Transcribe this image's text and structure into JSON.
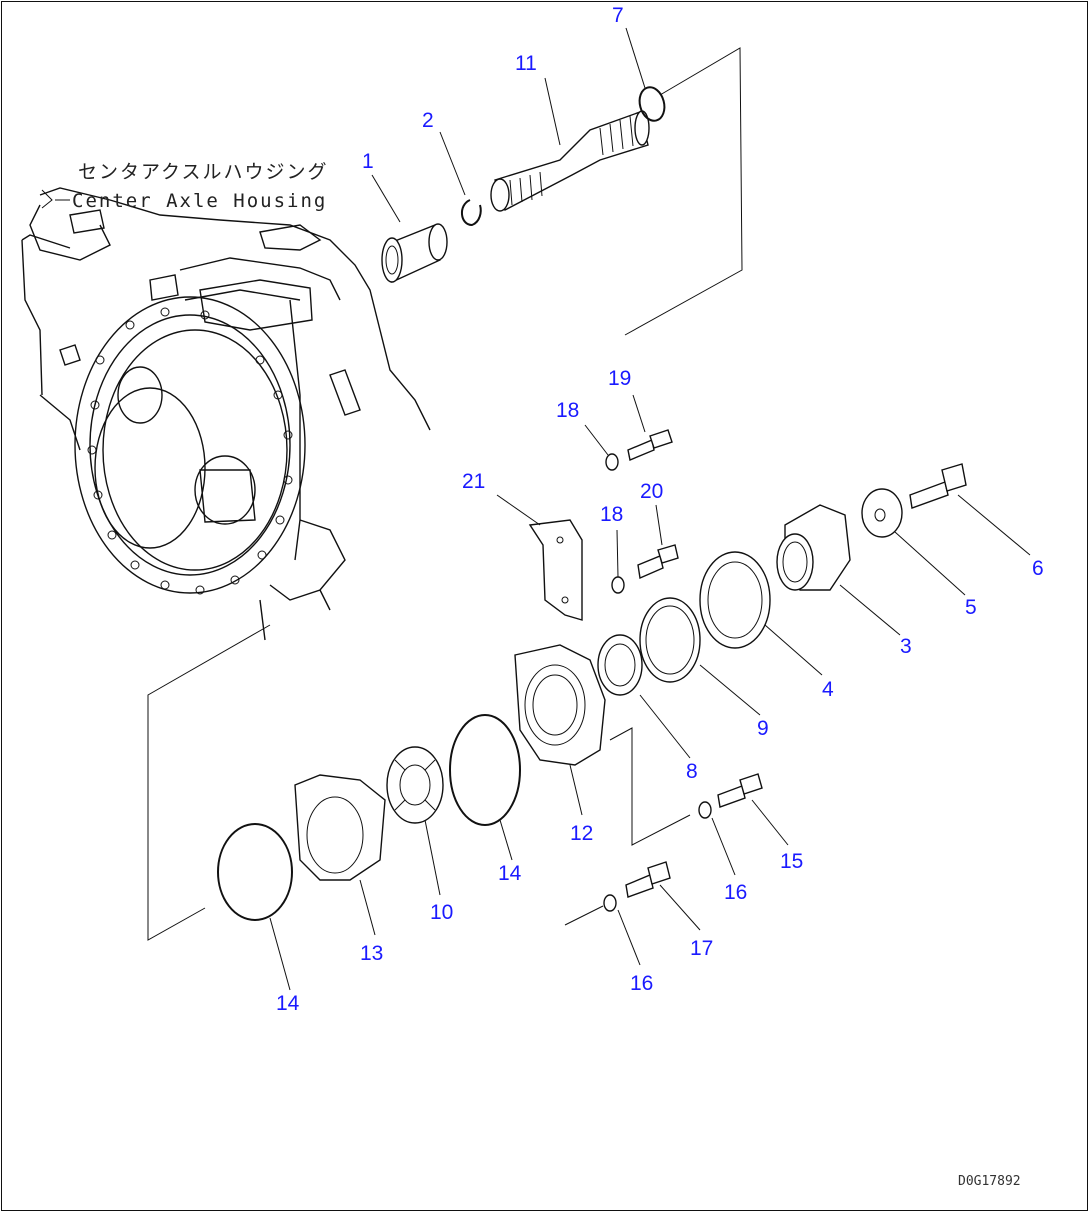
{
  "housing_label": {
    "jp": "センタアクスルハウジング",
    "en": "Center Axle Housing"
  },
  "callouts": [
    "1",
    "2",
    "7",
    "11",
    "19",
    "18",
    "21",
    "20",
    "18",
    "6",
    "5",
    "3",
    "4",
    "9",
    "8",
    "12",
    "14",
    "10",
    "13",
    "14",
    "15",
    "16",
    "17",
    "16"
  ],
  "doc_id": "D0G17892"
}
